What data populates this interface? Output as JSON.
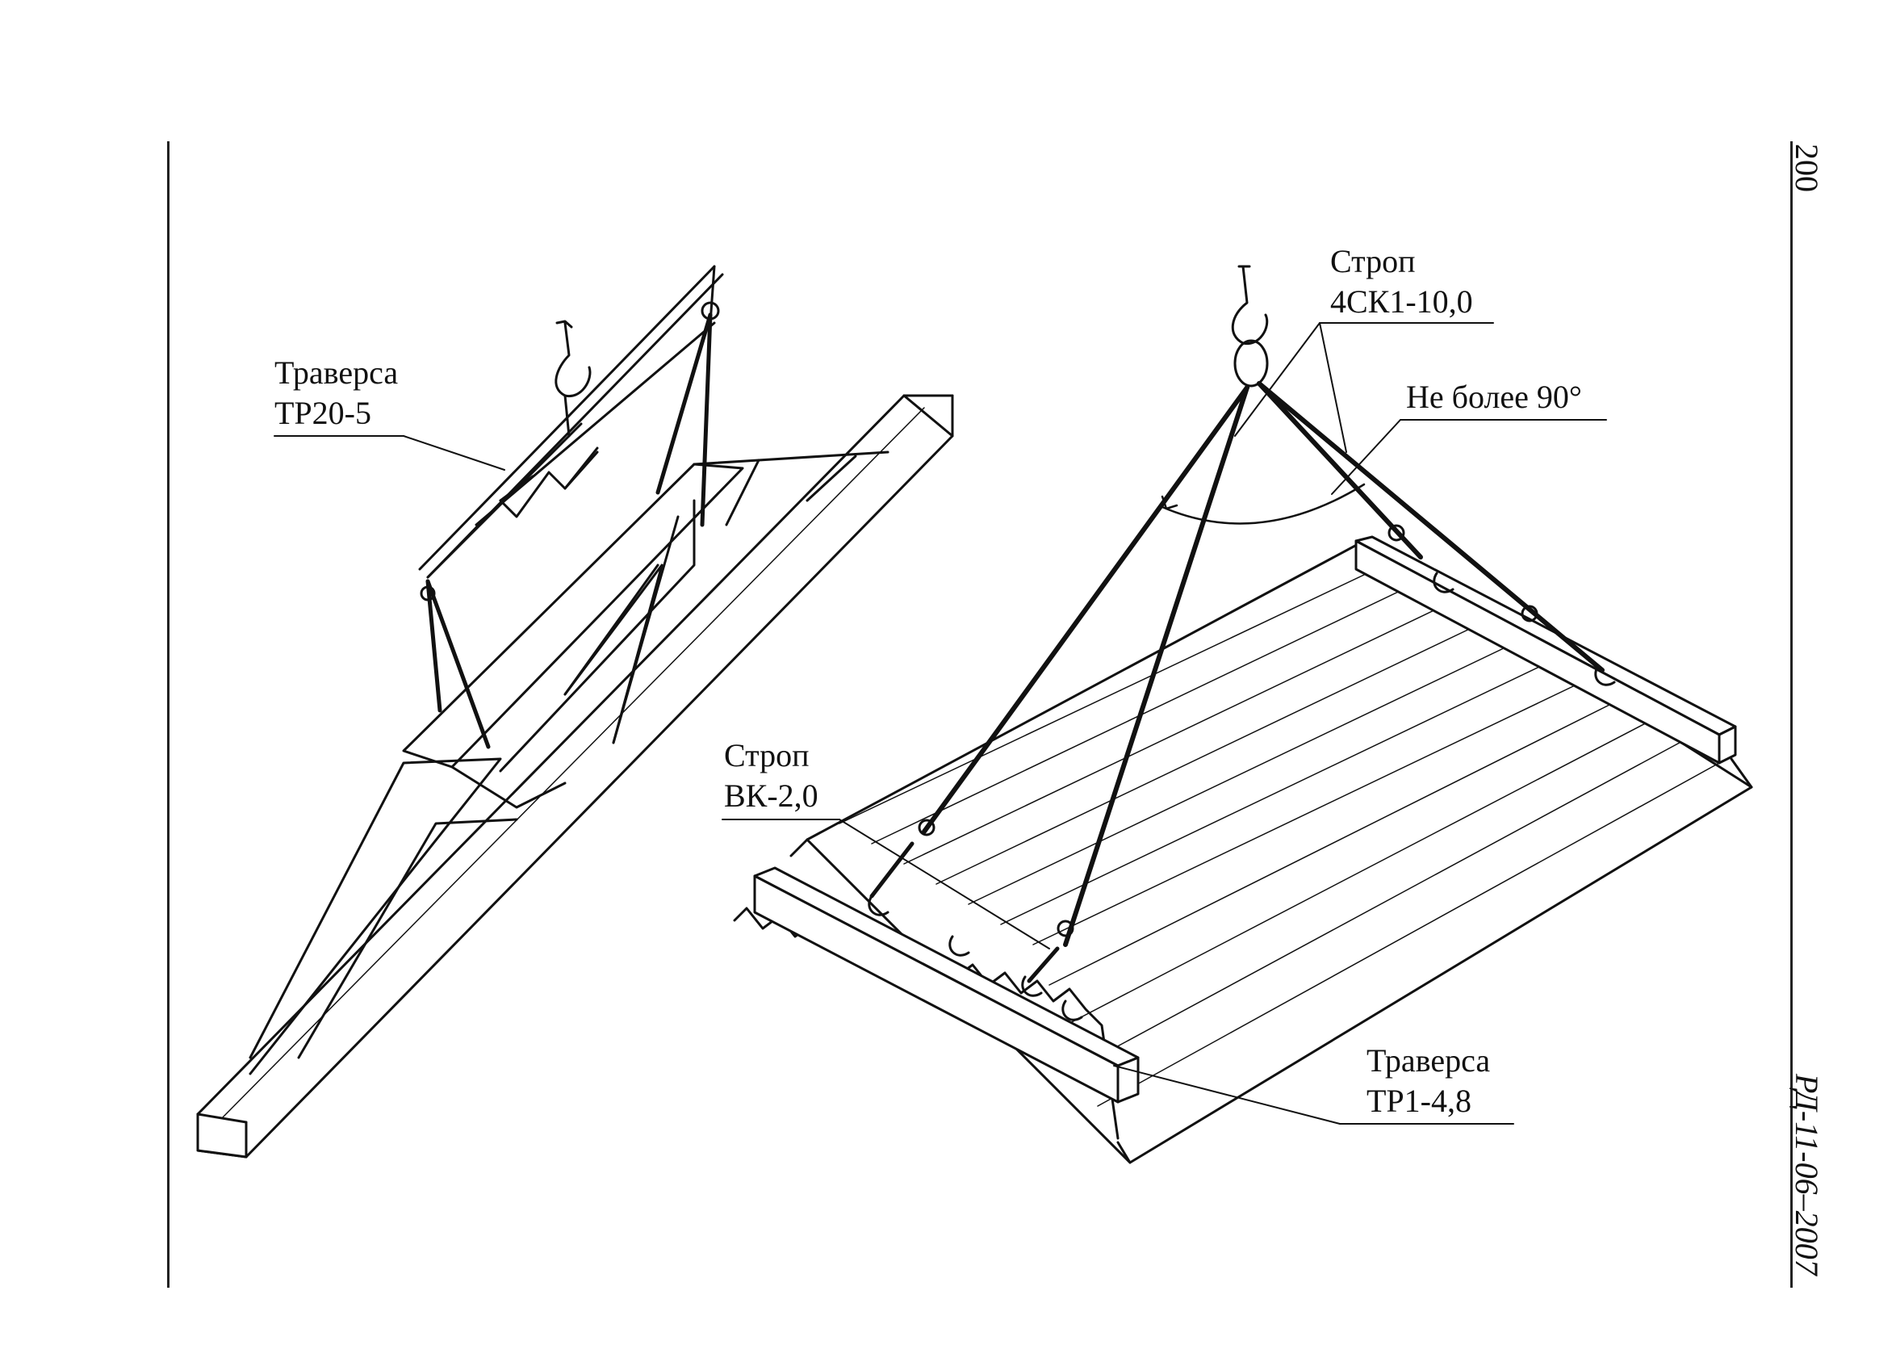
{
  "page": {
    "number": "200",
    "document_code": "РД-11-06–2007"
  },
  "labels": {
    "traverse_left_title": "Траверса",
    "traverse_left_model": "ТР20-5",
    "sling_top_title": "Строп",
    "sling_top_model": "4СК1-10,0",
    "angle_note": "Не более 90°",
    "sling_bottom_title": "Строп",
    "sling_bottom_model": "ВК-2,0",
    "traverse_right_title": "Траверса",
    "traverse_right_model": "ТР1-4,8"
  },
  "colors": {
    "ink": "#111111",
    "paper": "#ffffff"
  }
}
